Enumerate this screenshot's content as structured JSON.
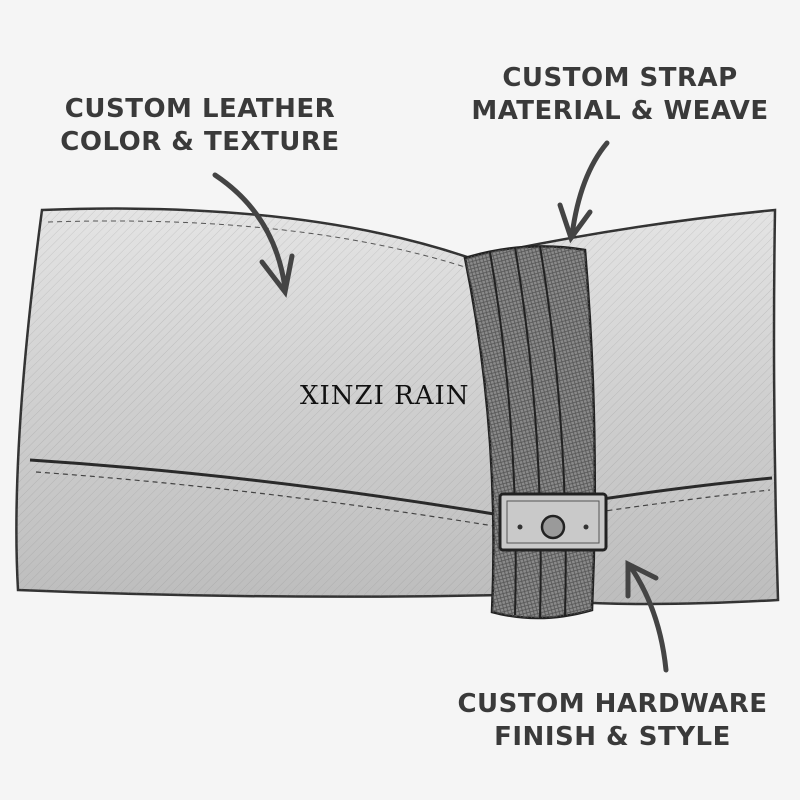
{
  "labels": {
    "leather": {
      "line1": "CUSTOM LEATHER",
      "line2": "COLOR & TEXTURE"
    },
    "strap": {
      "line1": "CUSTOM STRAP",
      "line2": "MATERIAL & WEAVE"
    },
    "hardware": {
      "line1": "CUSTOM HARDWARE",
      "line2": "FINISH & STYLE"
    }
  },
  "watermark": "XINZI RAIN",
  "colors": {
    "ink": "#3a3a3a",
    "paper": "#f5f5f5"
  }
}
